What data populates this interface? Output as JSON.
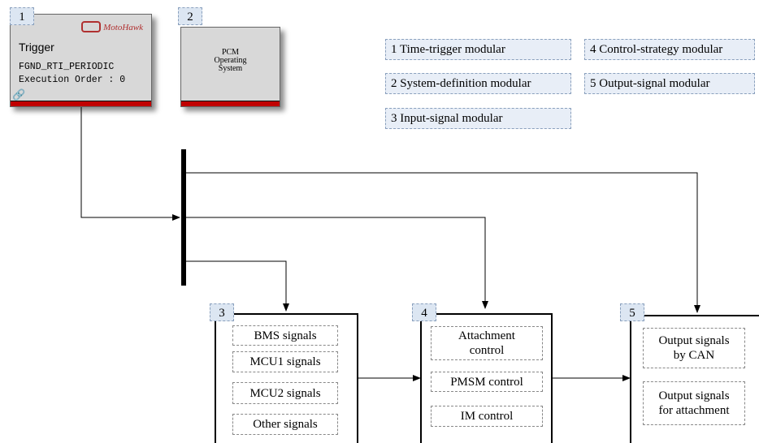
{
  "trigger_block": {
    "number": "1",
    "logo_text": "MotoHawk",
    "title": "Trigger",
    "line1": "FGND_RTI_PERIODIC",
    "line2": "Execution Order : 0"
  },
  "pcm_block": {
    "number": "2",
    "line1": "PCM",
    "line2": "Operating",
    "line3": "System"
  },
  "legend": [
    "1 Time-trigger modular",
    "2 System-definition modular",
    "3 Input-signal modular",
    "4 Control-strategy modular",
    "5 Output-signal modular"
  ],
  "modules": [
    {
      "number": "3",
      "items": [
        "BMS signals",
        "MCU1 signals",
        "MCU2 signals",
        "Other signals"
      ]
    },
    {
      "number": "4",
      "items": [
        "Attachment control",
        "PMSM control",
        "IM control"
      ]
    },
    {
      "number": "5",
      "items": [
        "Output signals by CAN",
        "Output signals for attachment"
      ]
    }
  ]
}
